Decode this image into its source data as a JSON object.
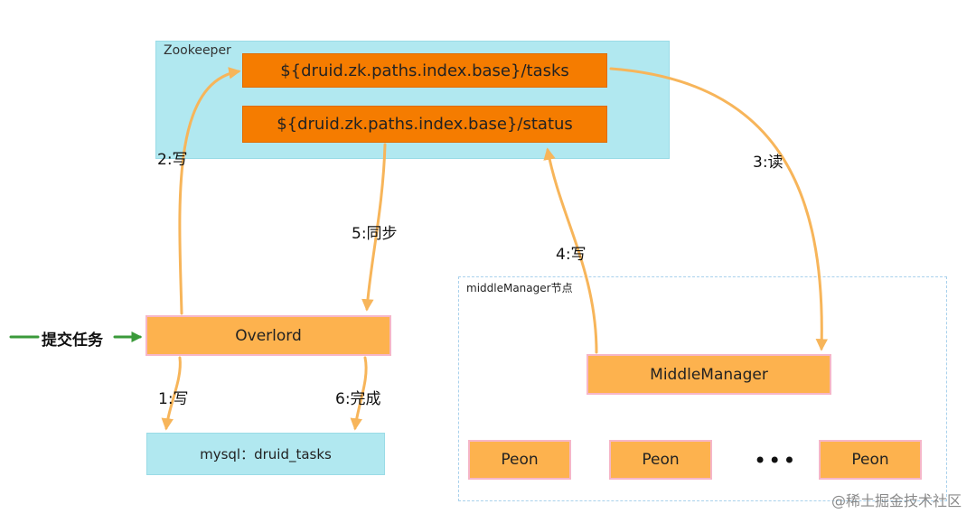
{
  "zookeeper": {
    "title": "Zookeeper",
    "tasks_path": "${druid.zk.paths.index.base}/tasks",
    "status_path": "${druid.zk.paths.index.base}/status"
  },
  "overlord": {
    "label": "Overlord"
  },
  "mysql": {
    "label": "mysql：druid_tasks"
  },
  "submit": {
    "label": "提交任务"
  },
  "middle_manager_group": {
    "title": "middleManager节点",
    "manager_label": "MiddleManager",
    "peons": [
      "Peon",
      "Peon",
      "Peon"
    ],
    "ellipsis": "•••"
  },
  "steps": {
    "s1": "1:写",
    "s2": "2:写",
    "s3": "3:读",
    "s4": "4:写",
    "s5": "5:同步",
    "s6": "6:完成"
  },
  "watermark": "@稀土掘金技术社区",
  "colors": {
    "zookeeper_bg": "#b1e8f0",
    "path_bar": "#f57c00",
    "node_box": "#fdb24e",
    "node_border": "#f6b6c8",
    "arrow": "#f7b55a",
    "submit_arrow": "#3a9a3a"
  }
}
